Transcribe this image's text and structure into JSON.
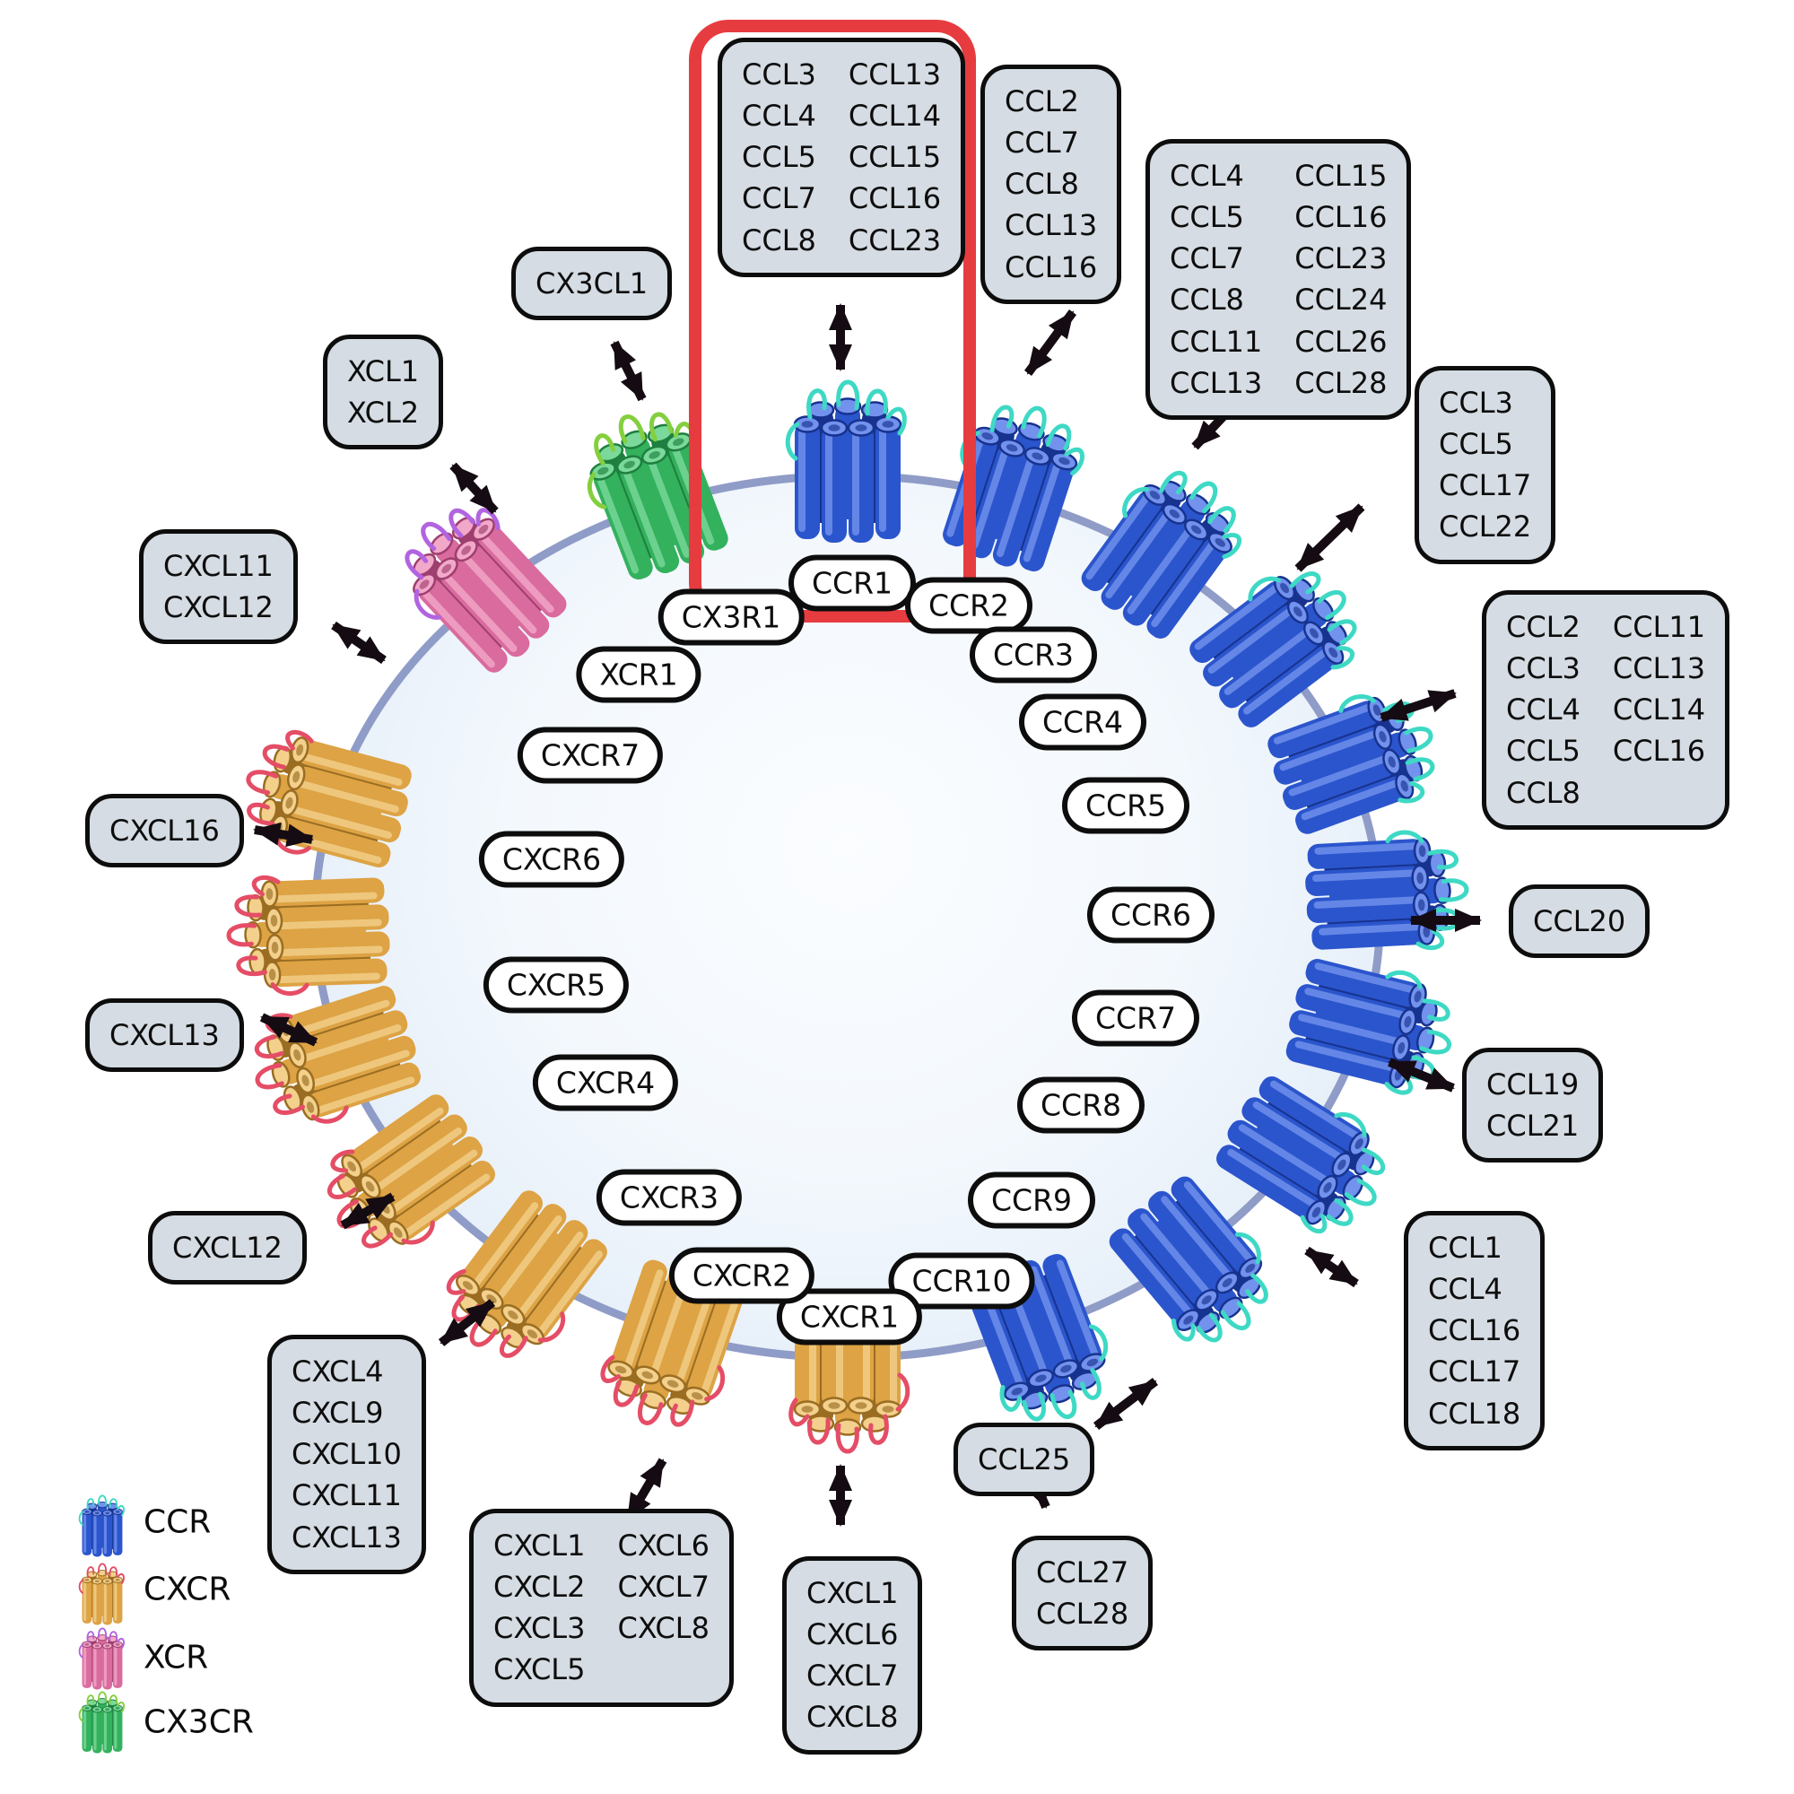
{
  "legend": [
    {
      "id": "ccr",
      "label": "CCR"
    },
    {
      "id": "cxcr",
      "label": "CXCR"
    },
    {
      "id": "xcr",
      "label": "XCR"
    },
    {
      "id": "cx3cr",
      "label": "CX3CR"
    }
  ],
  "receptors": [
    {
      "id": "ccr1",
      "label": "CCR1",
      "family": "ccr"
    },
    {
      "id": "ccr2",
      "label": "CCR2",
      "family": "ccr"
    },
    {
      "id": "ccr3",
      "label": "CCR3",
      "family": "ccr"
    },
    {
      "id": "ccr4",
      "label": "CCR4",
      "family": "ccr"
    },
    {
      "id": "ccr5",
      "label": "CCR5",
      "family": "ccr"
    },
    {
      "id": "ccr6",
      "label": "CCR6",
      "family": "ccr"
    },
    {
      "id": "ccr7",
      "label": "CCR7",
      "family": "ccr"
    },
    {
      "id": "ccr8",
      "label": "CCR8",
      "family": "ccr"
    },
    {
      "id": "ccr9",
      "label": "CCR9",
      "family": "ccr"
    },
    {
      "id": "ccr10",
      "label": "CCR10",
      "family": "ccr"
    },
    {
      "id": "cxcr1",
      "label": "CXCR1",
      "family": "cxcr"
    },
    {
      "id": "cxcr2",
      "label": "CXCR2",
      "family": "cxcr"
    },
    {
      "id": "cxcr3",
      "label": "CXCR3",
      "family": "cxcr"
    },
    {
      "id": "cxcr4",
      "label": "CXCR4",
      "family": "cxcr"
    },
    {
      "id": "cxcr5",
      "label": "CXCR5",
      "family": "cxcr"
    },
    {
      "id": "cxcr6",
      "label": "CXCR6",
      "family": "cxcr"
    },
    {
      "id": "cxcr7",
      "label": "CXCR7",
      "family": "cxcr"
    },
    {
      "id": "xcr1",
      "label": "XCR1",
      "family": "xcr"
    },
    {
      "id": "cx3cr1",
      "label": "CX3R1",
      "family": "cx3cr"
    }
  ],
  "ligand_boxes": {
    "ccr1": {
      "receptor": "CCR1",
      "columns": 2,
      "highlighted": true,
      "items": [
        "CCL3",
        "CCL13",
        "CCL4",
        "CCL14",
        "CCL5",
        "CCL15",
        "CCL7",
        "CCL16",
        "CCL8",
        "CCL23"
      ]
    },
    "ccr2": {
      "receptor": "CCR2",
      "columns": 1,
      "items": [
        "CCL2",
        "CCL7",
        "CCL8",
        "CCL13",
        "CCL16"
      ]
    },
    "ccr3": {
      "receptor": "CCR3",
      "columns": 2,
      "items": [
        "CCL4",
        "CCL15",
        "CCL5",
        "CCL16",
        "CCL7",
        "CCL23",
        "CCL8",
        "CCL24",
        "CCL11",
        "CCL26",
        "CCL13",
        "CCL28"
      ]
    },
    "ccr4": {
      "receptor": "CCR4",
      "columns": 1,
      "items": [
        "CCL3",
        "CCL5",
        "CCL17",
        "CCL22"
      ]
    },
    "ccr5": {
      "receptor": "CCR5",
      "columns": 2,
      "items": [
        "CCL2",
        "CCL11",
        "CCL3",
        "CCL13",
        "CCL4",
        "CCL14",
        "CCL5",
        "CCL16",
        "CCL8"
      ]
    },
    "ccr6": {
      "receptor": "CCR6",
      "columns": 1,
      "items": [
        "CCL20"
      ]
    },
    "ccr7": {
      "receptor": "CCR7",
      "columns": 1,
      "items": [
        "CCL19",
        "CCL21"
      ]
    },
    "ccr8": {
      "receptor": "CCR8",
      "columns": 1,
      "items": [
        "CCL1",
        "CCL4",
        "CCL16",
        "CCL17",
        "CCL18"
      ]
    },
    "ccr9": {
      "receptor": "CCR9",
      "columns": 1,
      "items": [
        "CCL25"
      ]
    },
    "ccr10": {
      "receptor": "CCR10",
      "columns": 1,
      "items": [
        "CCL27",
        "CCL28"
      ]
    },
    "cxcr1": {
      "receptor": "CXCR1",
      "columns": 1,
      "items": [
        "CXCL1",
        "CXCL6",
        "CXCL7",
        "CXCL8"
      ]
    },
    "cxcr2": {
      "receptor": "CXCR2",
      "columns": 2,
      "items": [
        "CXCL1",
        "CXCL6",
        "CXCL2",
        "CXCL7",
        "CXCL3",
        "CXCL8",
        "CXCL5"
      ]
    },
    "cxcr3": {
      "receptor": "CXCR3",
      "columns": 1,
      "items": [
        "CXCL4",
        "CXCL9",
        "CXCL10",
        "CXCL11",
        "CXCL13"
      ]
    },
    "cxcr4": {
      "receptor": "CXCR4",
      "columns": 1,
      "items": [
        "CXCL12"
      ]
    },
    "cxcr5": {
      "receptor": "CXCR5",
      "columns": 1,
      "items": [
        "CXCL13"
      ]
    },
    "cxcr6": {
      "receptor": "CXCR6",
      "columns": 1,
      "items": [
        "CXCL16"
      ]
    },
    "cxcr7": {
      "receptor": "CXCR7",
      "columns": 1,
      "items": [
        "CXCL11",
        "CXCL12"
      ]
    },
    "xcr1": {
      "receptor": "XCR1",
      "columns": 1,
      "items": [
        "XCL1",
        "XCL2"
      ]
    },
    "cx3cr1": {
      "receptor": "CX3R1",
      "columns": 1,
      "items": [
        "CX3CL1"
      ]
    }
  },
  "colors": {
    "membrane_edge": "#8f9cc7",
    "box_fill": "#d5dce3",
    "outline": "#0d0d0d",
    "highlight": "#e63c40",
    "ccr": "#2b55cc",
    "cxcr": "#dda344",
    "xcr": "#d96b9e",
    "cx3cr": "#33b15d"
  }
}
